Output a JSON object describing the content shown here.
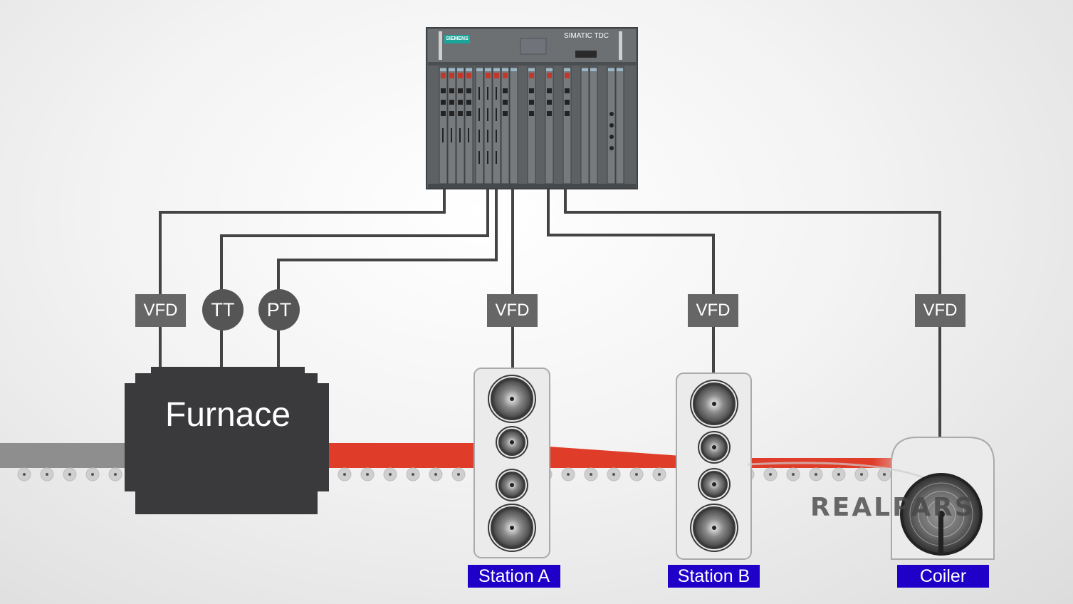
{
  "controller": {
    "brand": "SIEMENS",
    "model": "SIMATIC TDC"
  },
  "furnace": {
    "label": "Furnace"
  },
  "instruments": {
    "vfd_furnace": "VFD",
    "tt": "TT",
    "pt": "PT",
    "vfd_a": "VFD",
    "vfd_b": "VFD",
    "vfd_coiler": "VFD"
  },
  "stations": {
    "a": "Station A",
    "b": "Station B",
    "coiler": "Coiler"
  },
  "logo": "REALPARS",
  "colors": {
    "wire": "#444444",
    "furnace": "#3a3a3c",
    "strip": "#e03c2a",
    "label_bg": "#1e00c8",
    "instrument": "#666666"
  }
}
